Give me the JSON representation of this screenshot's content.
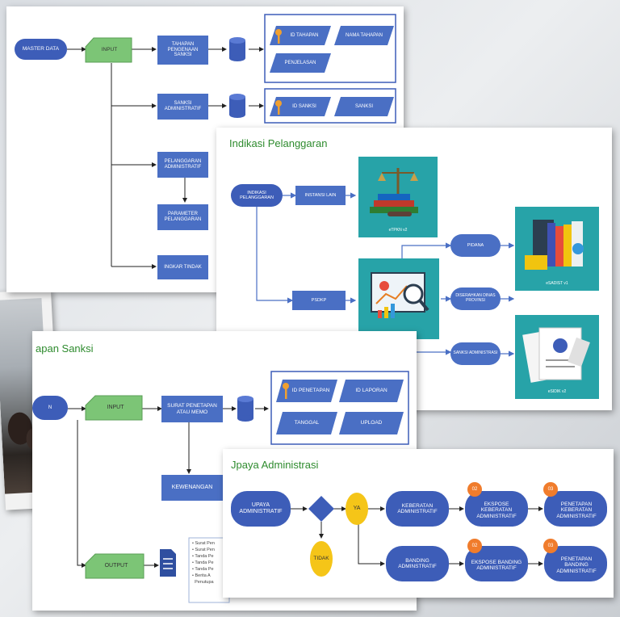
{
  "master_slide": {
    "nodes": {
      "master_data": "MASTER DATA",
      "input": "INPUT",
      "tahapan": "TAHAPAN PENGENAAN SANKSI",
      "sanksi_admin": "SANKSI ADMINISTRATIF",
      "pelanggaran_admin": "PELANGGARAN ADMINISTRATIF",
      "parameter": "PARAMETER PELANGGARAN",
      "ingkar": "INGKAR TINDAK"
    },
    "fields": {
      "id_tahapan": "ID TAHAPAN",
      "nama_tahapan": "NAMA TAHAPAN",
      "penjelasan": "PENJELASAN",
      "id_sanksi": "ID SANKSI",
      "sanksi": "SANKSI"
    }
  },
  "indikasi_slide": {
    "title": "Indikasi Pelanggaran",
    "nodes": {
      "indikasi": "INDIKASI PELANGGARAN",
      "instansi": "INSTANSI LAIN",
      "psdkp": "PSDKP",
      "pidana": "PIDANA",
      "diserahkan": "DISERAHKAN DINAS PROVINSI",
      "sanksi_adm": "SANKSI ADMINISTRASI"
    },
    "captions": {
      "etpkn": "eTPKN v2",
      "esadist": "eSADIST v1",
      "esidik": "eSIDIK v2"
    }
  },
  "penetapan_slide": {
    "title": "apan Sanksi",
    "nodes": {
      "start": "N",
      "input": "INPUT",
      "surat": "SURAT PENETAPAN ATAU MEMO",
      "kewenangan": "KEWENANGAN",
      "output": "OUTPUT"
    },
    "fields": {
      "id_penetapan": "ID PENETAPAN",
      "id_laporan": "ID LAPORAN",
      "tanggal": "TANGGAL",
      "upload": "UPLOAD"
    },
    "doc_list": [
      "Surat Pen",
      "Surat Pen",
      "Tanda Pe",
      "Tanda Pe",
      "Tanda Pe",
      "Berita A",
      "Penutupa"
    ]
  },
  "upaya_slide": {
    "title": "Jpaya Administrasi",
    "nodes": {
      "upaya": "UPAYA ADMINISTRATIF",
      "ya": "YA",
      "tidak": "TIDAK",
      "keberatan": "KEBERATAN ADMINISTRATIF",
      "banding": "BANDING ADMINSTRATIF",
      "ekspose_keberatan": "EKSPOSE KEBERATAN ADMINISTRATIF",
      "ekspose_banding": "EKSPOSE BANDING ADMINISTRATIF",
      "penetapan_keberatan": "PENETAPAN KEBERATAN ADMINISTRATIF",
      "penetapan_banding": "PENETAPAN BANDING ADMINISTRATIF",
      "badge_02a": "02",
      "badge_03a": "03",
      "badge_02b": "02",
      "badge_03b": "03"
    }
  },
  "colors": {
    "node_blue": "#4a6fc4",
    "start_blue": "#3d5db8",
    "input_green": "#7cc576",
    "teal_panel": "#27a3a8",
    "title_green": "#2e8b2e",
    "badge_orange": "#f07c2c",
    "decision_yellow": "#f5c518"
  }
}
